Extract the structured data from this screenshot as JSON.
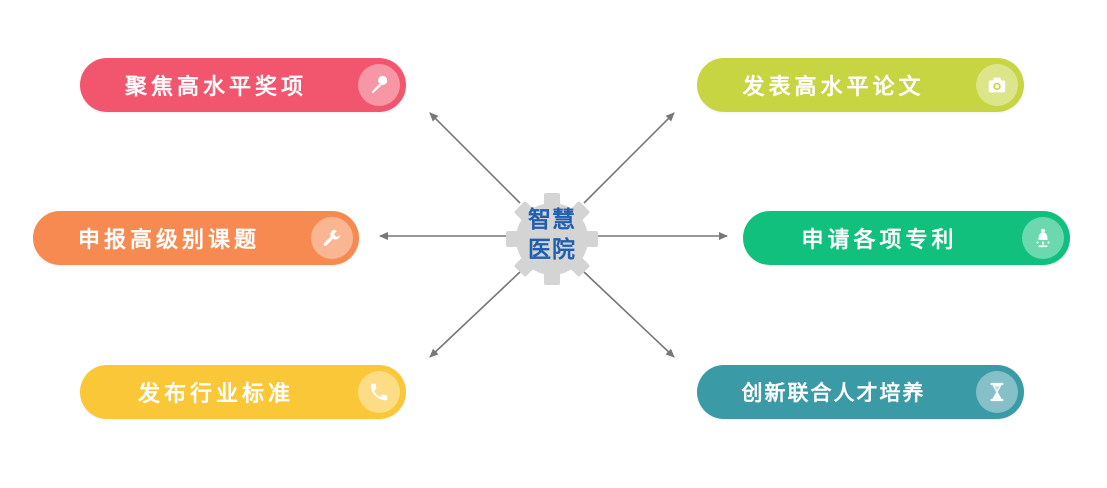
{
  "hub": {
    "line1": "智慧",
    "line2": "医院",
    "gear_color": "#d4d4d4",
    "text_color": "#1f5fb0"
  },
  "items": [
    {
      "label": "聚焦高水平奖项",
      "color": "#f2566f",
      "icon": "microphone-icon"
    },
    {
      "label": "发表高水平论文",
      "color": "#c7d543",
      "icon": "camera-icon"
    },
    {
      "label": "申报高级别课题",
      "color": "#f78a50",
      "icon": "wrench-icon"
    },
    {
      "label": "申请各项专利",
      "color": "#12c07e",
      "icon": "lamp-icon"
    },
    {
      "label": "发布行业标准",
      "color": "#fac739",
      "icon": "phone-icon"
    },
    {
      "label": "创新联合人才培养",
      "color": "#3a9aa6",
      "icon": "hourglass-icon"
    }
  ],
  "arrow_color": "#777777"
}
